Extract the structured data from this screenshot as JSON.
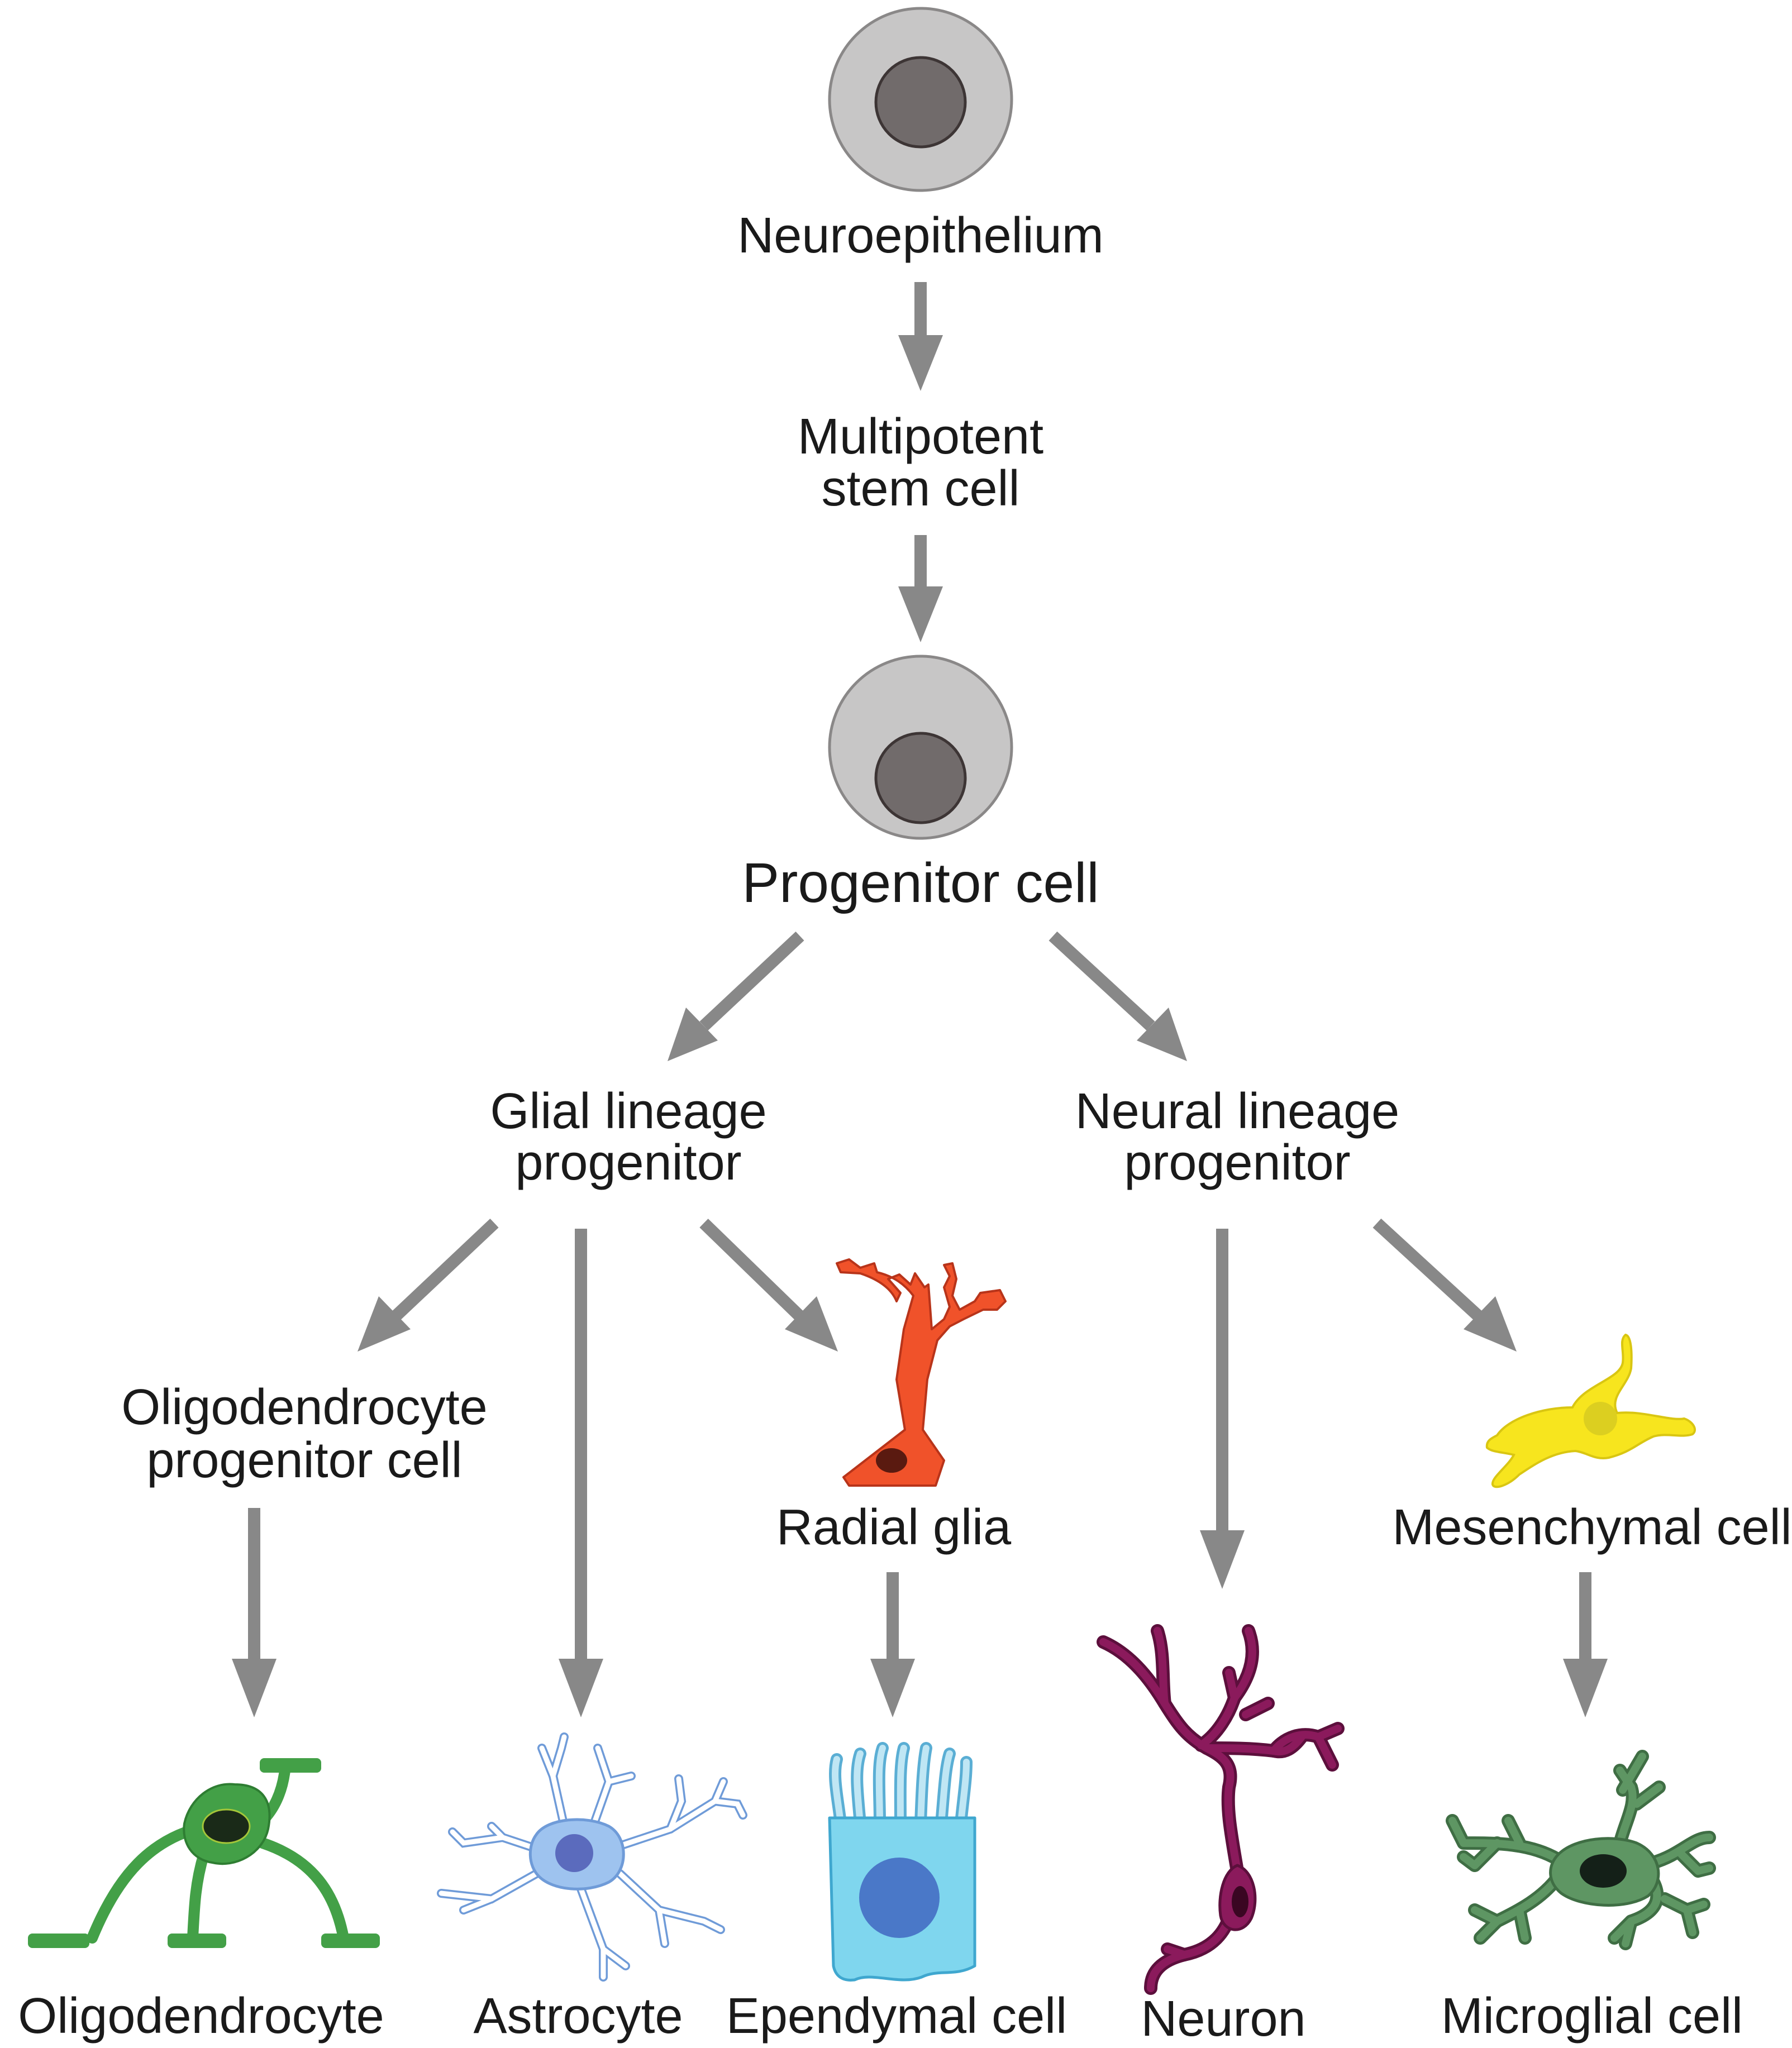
{
  "nodes": {
    "neuroepithelium": "Neuroepithelium",
    "multipotent_line1": "Multipotent",
    "multipotent_line2": "stem cell",
    "progenitor": "Progenitor cell",
    "glial_line1": "Glial lineage",
    "glial_line2": "progenitor",
    "neural_line1": "Neural lineage",
    "neural_line2": "progenitor",
    "opc_line1": "Oligodendrocyte",
    "opc_line2": "progenitor cell",
    "radial_glia": "Radial glia",
    "mesenchymal": "Mesenchymal cell",
    "oligodendrocyte": "Oligodendrocyte",
    "astrocyte": "Astrocyte",
    "ependymal": "Ependymal cell",
    "neuron": "Neuron",
    "microglial": "Microglial cell"
  },
  "colors": {
    "arrow": "#888888",
    "stem_cell_body": "#c7c6c6",
    "stem_cell_nucleus": "#716b6b",
    "oligodendrocyte": "#43a047",
    "astrocyte": "#9ec3ef",
    "radial_glia": "#f0522a",
    "ependymal": "#7fd6ee",
    "neuron": "#8b1a5c",
    "mesenchymal": "#f7e51e",
    "microglial": "#5e9663"
  }
}
